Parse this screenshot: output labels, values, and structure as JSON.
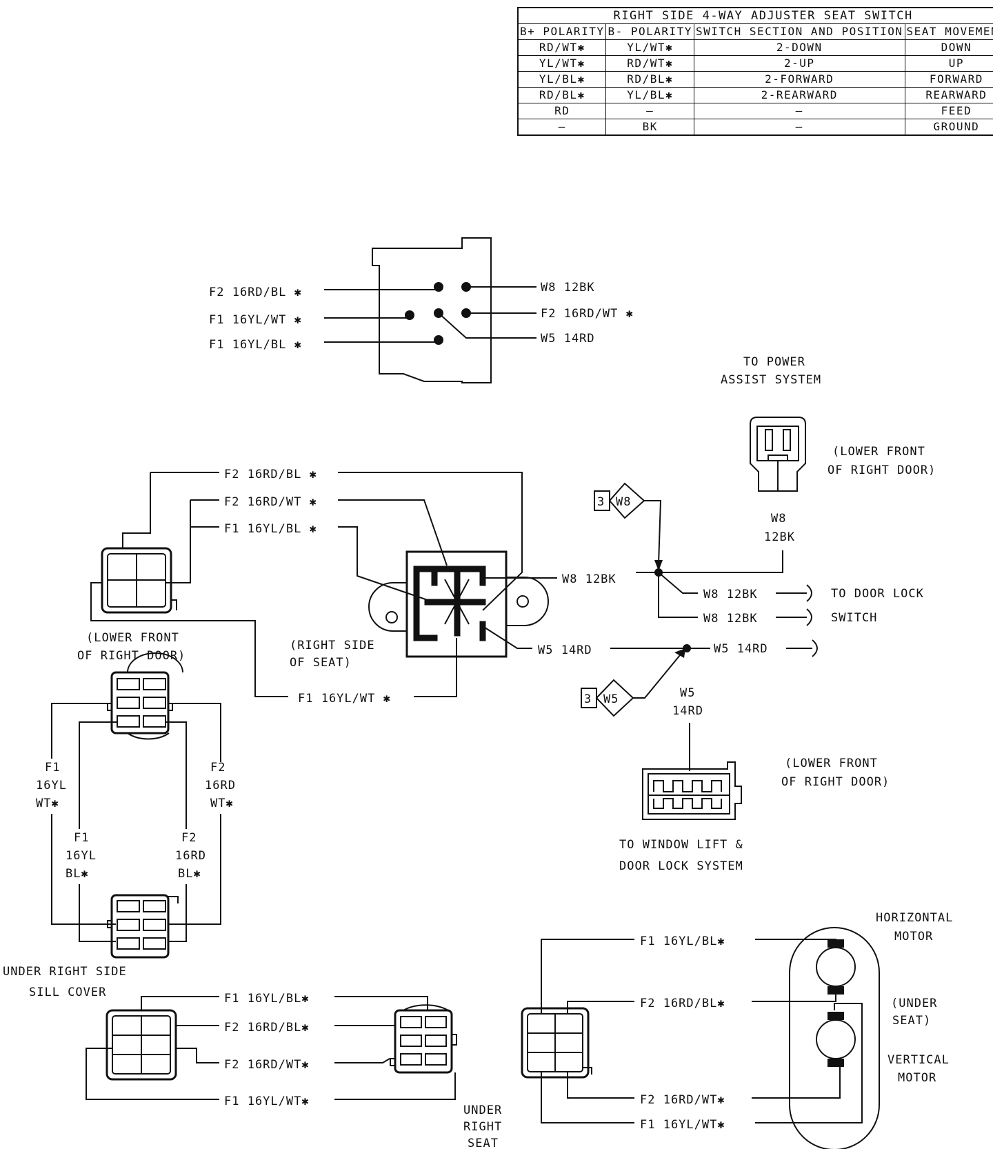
{
  "table": {
    "title": "RIGHT SIDE 4-WAY ADJUSTER SEAT SWITCH",
    "headers": [
      "B+ POLARITY",
      "B- POLARITY",
      "SWITCH SECTION AND POSITION",
      "SEAT MOVEMENT"
    ],
    "rows": [
      [
        "RD/WT✱",
        "YL/WT✱",
        "2-DOWN",
        "DOWN"
      ],
      [
        "YL/WT✱",
        "RD/WT✱",
        "2-UP",
        "UP"
      ],
      [
        "YL/BL✱",
        "RD/BL✱",
        "2-FORWARD",
        "FORWARD"
      ],
      [
        "RD/BL✱",
        "YL/BL✱",
        "2-REARWARD",
        "REARWARD"
      ],
      [
        "RD",
        "—",
        "—",
        "FEED"
      ],
      [
        "—",
        "BK",
        "—",
        "GROUND"
      ]
    ]
  },
  "connector_face": {
    "left_labels": [
      "F2 16RD/BL ✱",
      "F1 16YL/WT ✱",
      "F1 16YL/BL ✱"
    ],
    "right_labels": [
      "W8 12BK",
      "F2 16RD/WT ✱",
      "W5 14RD"
    ]
  },
  "switch_area": {
    "wires_left": [
      "F2 16RD/BL ✱",
      "F2 16RD/WT ✱",
      "F1 16YL/BL ✱"
    ],
    "bottom_wire": "F1 16YL/WT ✱",
    "switch_label": [
      "(RIGHT SIDE",
      "OF SEAT)"
    ],
    "left_connector_label": [
      "(LOWER FRONT",
      "OF RIGHT DOOR)"
    ],
    "right_w8": "W8 12BK",
    "right_w5": "W5 14RD"
  },
  "power_assist": {
    "title": [
      "TO POWER",
      "ASSIST SYSTEM"
    ],
    "location": [
      "(LOWER FRONT",
      "OF RIGHT DOOR)"
    ],
    "wire": [
      "W8",
      "12BK"
    ],
    "splice_w8": {
      "num": "3",
      "code": "W8"
    },
    "branch_top": "W8 12BK",
    "branch_bottom": "W8 12BK",
    "door_lock_label": [
      "TO DOOR LOCK",
      "SWITCH"
    ]
  },
  "window_lift": {
    "splice_w5": {
      "num": "3",
      "code": "W5"
    },
    "w5_right": "W5 14RD",
    "wire": [
      "W5",
      "14RD"
    ],
    "location": [
      "(LOWER FRONT",
      "OF RIGHT DOOR)"
    ],
    "title": [
      "TO WINDOW LIFT &",
      "DOOR LOCK SYSTEM"
    ]
  },
  "sill": {
    "wires": [
      {
        "code": "F1",
        "size": "16YL",
        "color": "WT✱"
      },
      {
        "code": "F2",
        "size": "16RD",
        "color": "WT✱"
      },
      {
        "code": "F1",
        "size": "16YL",
        "color": "BL✱"
      },
      {
        "code": "F2",
        "size": "16RD",
        "color": "BL✱"
      }
    ],
    "label": [
      "UNDER RIGHT SIDE",
      "SILL COVER"
    ]
  },
  "bottom_left": {
    "wires": [
      "F1 16YL/BL✱",
      "F2 16RD/BL✱",
      "F2 16RD/WT✱",
      "F1 16YL/WT✱"
    ]
  },
  "motors": {
    "wires": [
      "F1 16YL/BL✱",
      "F2 16RD/BL✱",
      "F2 16RD/WT✱",
      "F1 16YL/WT✱"
    ],
    "horizontal": [
      "HORIZONTAL",
      "MOTOR"
    ],
    "under_seat": [
      "(UNDER",
      "SEAT)"
    ],
    "vertical": [
      "VERTICAL",
      "MOTOR"
    ],
    "connector_label": [
      "UNDER",
      "RIGHT",
      "SEAT"
    ]
  }
}
